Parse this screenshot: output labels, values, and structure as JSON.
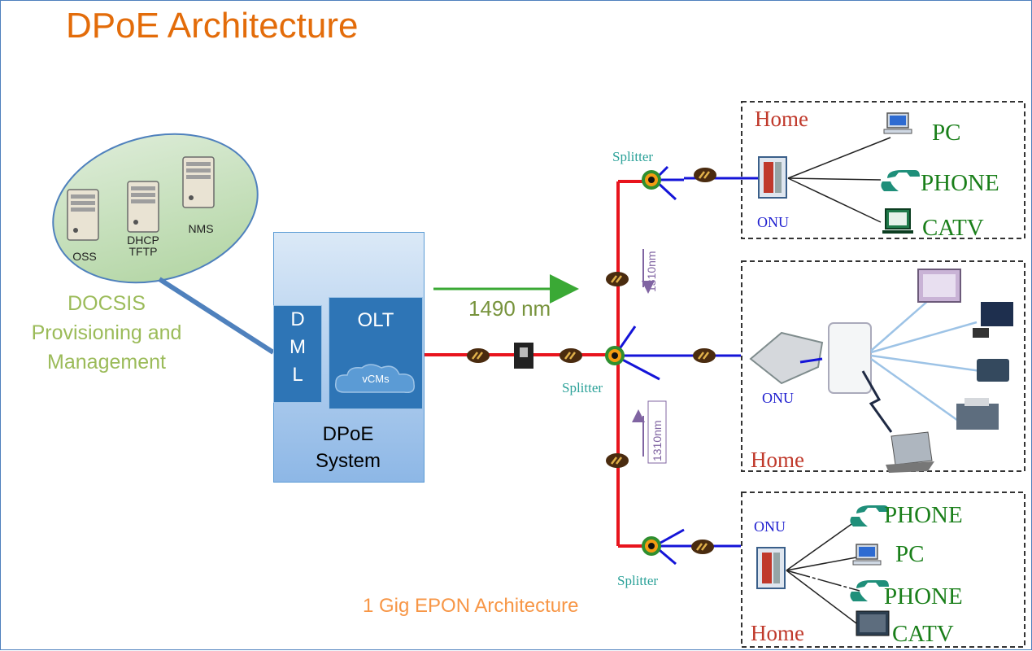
{
  "title": "DPoE Architecture",
  "provisioning": {
    "servers": [
      "OSS",
      "DHCP TFTP",
      "NMS"
    ],
    "label_lines": [
      "DOCSIS",
      "Provisioning and",
      "Management"
    ]
  },
  "dpoe_system": {
    "dml_letters": [
      "D",
      "M",
      "L"
    ],
    "olt_label": "OLT",
    "vcms_label": "vCMs",
    "caption_lines": [
      "DPoE",
      "System"
    ]
  },
  "wavelength_downstream": "1490 nm",
  "wavelength_upstream": "1310nm",
  "splitter_label": "Splitter",
  "epon_label": "1 Gig EPON Architecture",
  "homes": [
    {
      "label": "Home",
      "onu_label": "ONU",
      "devices": [
        "PC",
        "PHONE",
        "CATV"
      ]
    },
    {
      "label": "Home",
      "onu_label": "ONU",
      "devices": []
    },
    {
      "label": "Home",
      "onu_label": "ONU",
      "devices": [
        "PHONE",
        "PC",
        "PHONE",
        "CATV"
      ]
    }
  ],
  "colors": {
    "title": "#e36c0a",
    "docsis_label": "#9bbb59",
    "epon_label": "#f79646",
    "fiber_trunk": "#e8141d",
    "fiber_drop": "#1414d8",
    "downstream_arrow": "#3aa935",
    "dpoe_blue": "#2e75b6"
  }
}
